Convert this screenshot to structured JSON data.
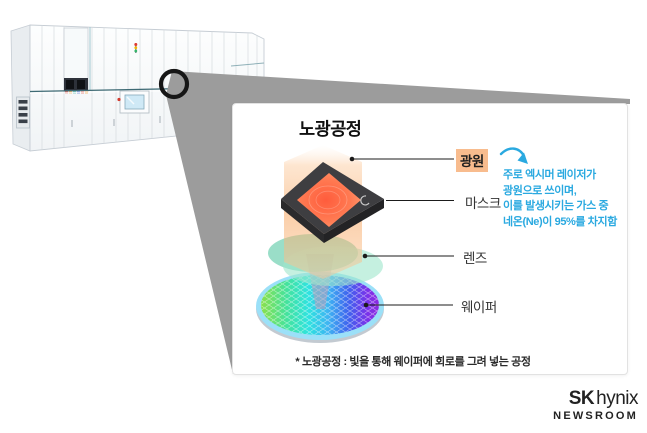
{
  "diagram_panel": {
    "title": "노광공정",
    "labels": {
      "light_source": "광원",
      "mask": "마스크",
      "lens": "렌즈",
      "wafer": "웨이퍼"
    },
    "annotation_lines": [
      "주로 엑시머 레이저가",
      "광원으로 쓰이며,",
      "이를 발생시키는 가스 중",
      "네온(Ne)이 95%를 차지함"
    ],
    "footnote": "* 노광공정 : 빛을 통해 웨이퍼에 회로를 그려 넣는 공정"
  },
  "branding": {
    "sk": "SK",
    "hynix": "hynix",
    "newsroom": "NEWSROOM"
  },
  "colors": {
    "annotation_blue": "#2aa9e0",
    "highlight_peach": "#f8bc8e",
    "zoom_cone_gray": "#9c9c9c",
    "mask_dark": "#3e3e41",
    "lens_teal": "#47c39b",
    "beam_orange": "#f7a661",
    "wafer_gradient": [
      "#8ae04c",
      "#2fe3df",
      "#3f63ee",
      "#8e2be0"
    ]
  }
}
